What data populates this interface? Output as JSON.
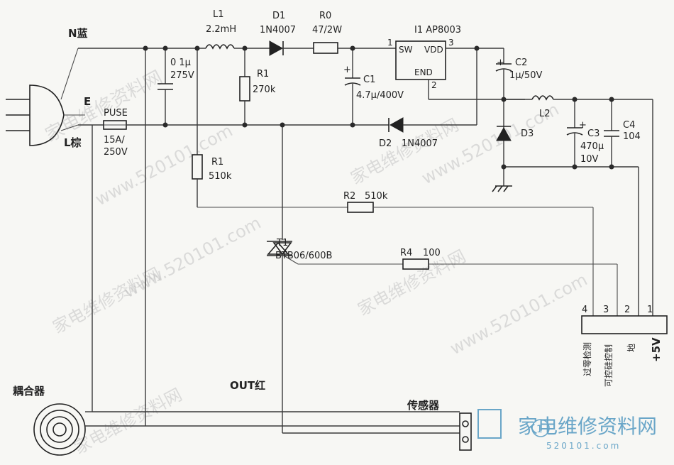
{
  "labels": {
    "n_line": "N蓝",
    "l_line": "L棕",
    "e_line": "E",
    "fuse": "PUSE",
    "fuse_rating_1": "15A/",
    "fuse_rating_2": "250V",
    "cap_x": "0 1μ",
    "cap_x_v": "275V",
    "l1": "L1",
    "l1_val": "2.2mH",
    "d1": "D1",
    "d1_val": "1N4007",
    "r0": "R0",
    "r0_val": "47/2W",
    "r1a": "R1",
    "r1a_val": "270k",
    "c1": "C1",
    "c1_val": "4.7μ/400V",
    "ic": "I1  AP8003",
    "ic_sw": "SW",
    "ic_vdd": "VDD",
    "ic_end": "END",
    "ic_pin1": "1",
    "ic_pin2": "2",
    "ic_pin3": "3",
    "c2": "C2",
    "c2_val": "1μ/50V",
    "l2": "L2",
    "d2": "D2",
    "d2_val": "1N4007",
    "d3": "D3",
    "c3": "C3",
    "c3_val1": "470μ",
    "c3_val2": "10V",
    "c4": "C4",
    "c4_val": "104",
    "r1b": "R1",
    "r1b_val": "510k",
    "r2": "R2",
    "r2_val": "510k",
    "t1": "T1",
    "t1_val": "BTB06/600B",
    "r4": "R4",
    "r4_val": "100",
    "out": "OUT红",
    "coupler": "耦合器",
    "sensor": "传感器",
    "conn_pin4": "4",
    "conn_pin3": "3",
    "conn_pin2": "2",
    "conn_pin1": "1",
    "conn_sig4": "过零检测",
    "conn_sig3": "可控硅控制",
    "conn_sig2": "地",
    "conn_sig1": "+5V",
    "plus": "+"
  },
  "watermark": {
    "text_cn": "家电维修资料网",
    "text_url": "www.520101.com"
  },
  "logo": {
    "circle": "1",
    "text": "家电维修资料网",
    "url": "520101.com"
  },
  "colors": {
    "wire": "#3a3a3a",
    "logo": "#6aa6c8",
    "watermark": "#b9b9b9"
  }
}
